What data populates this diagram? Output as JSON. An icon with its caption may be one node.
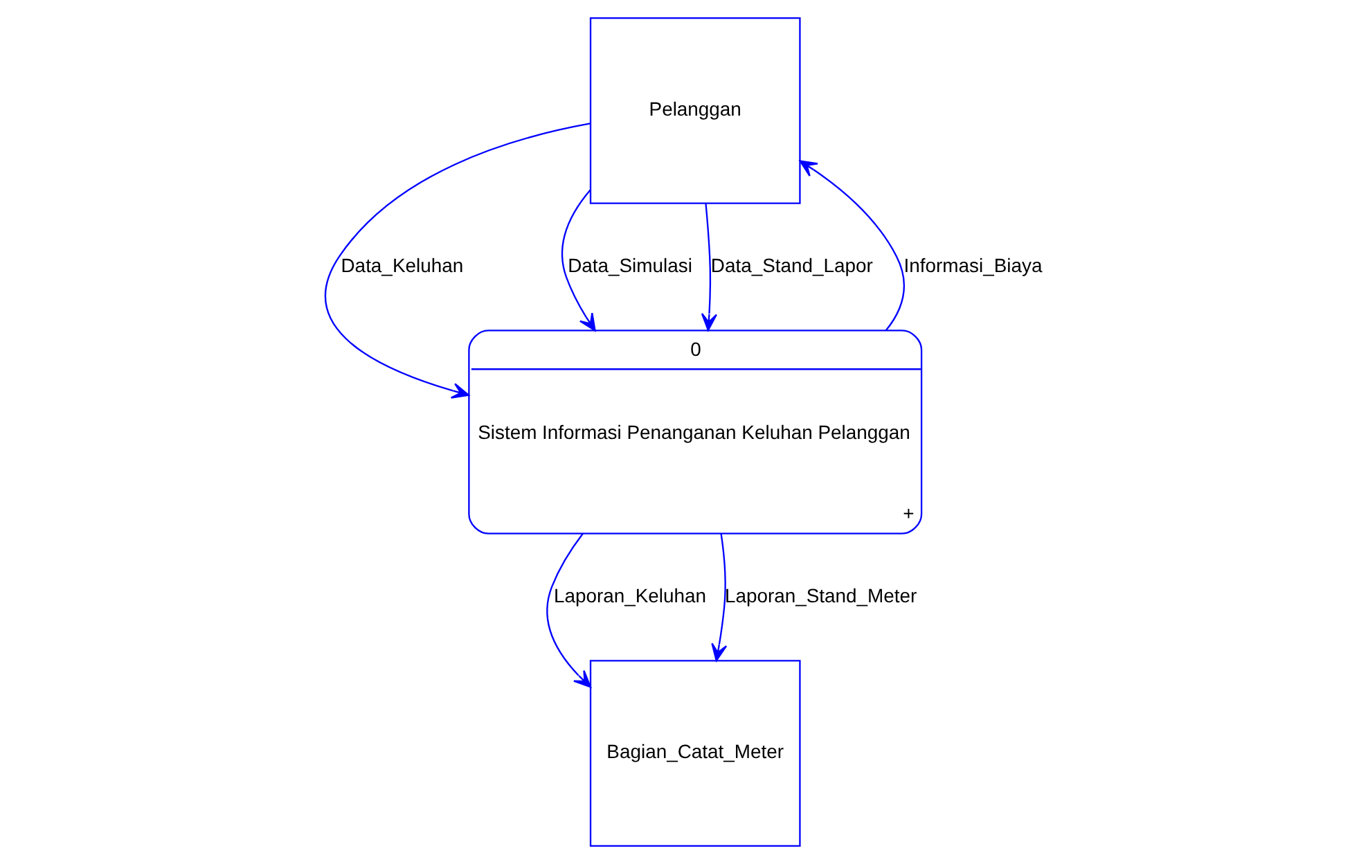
{
  "diagram": {
    "nodes": [
      {
        "text": [
          "Pelanggan"
        ]
      },
      {
        "text": [
          "0",
          "Sistem Informasi Penanganan Keluhan Pelanggan",
          "+"
        ]
      },
      {
        "text": [
          "Bagian_Catat_Meter"
        ]
      }
    ],
    "edges": [
      {
        "from": 0,
        "to": 1,
        "arrow": "to",
        "label": "Data_Keluhan"
      },
      {
        "from": 0,
        "to": 1,
        "arrow": "to",
        "label": "Data_Simulasi"
      },
      {
        "from": 0,
        "to": 1,
        "arrow": "to",
        "label": "Data_Stand_Lapor"
      },
      {
        "from": 1,
        "to": 0,
        "arrow": "to",
        "label": "Informasi_Biaya"
      },
      {
        "from": 1,
        "to": 2,
        "arrow": "to",
        "label": "Laporan_Keluhan"
      },
      {
        "from": 1,
        "to": 2,
        "arrow": "to",
        "label": "Laporan_Stand_Meter"
      }
    ]
  }
}
